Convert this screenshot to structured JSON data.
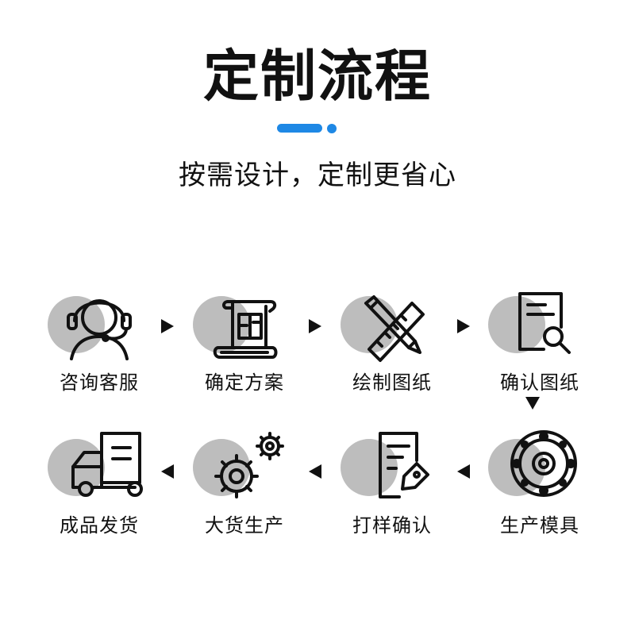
{
  "header": {
    "title": "定制流程",
    "subtitle": "按需设计，定制更省心",
    "accent_color": "#1e88e5"
  },
  "steps": [
    {
      "label": "咨询客服",
      "icon": "customer-service-headset-icon"
    },
    {
      "label": "确定方案",
      "icon": "blueprint-scroll-icon"
    },
    {
      "label": "绘制图纸",
      "icon": "pencil-ruler-icon"
    },
    {
      "label": "确认图纸",
      "icon": "document-search-icon"
    },
    {
      "label": "生产模具",
      "icon": "mold-gear-ring-icon"
    },
    {
      "label": "打样确认",
      "icon": "document-tag-icon"
    },
    {
      "label": "大货生产",
      "icon": "production-gears-icon"
    },
    {
      "label": "成品发货",
      "icon": "delivery-truck-icon"
    }
  ],
  "colors": {
    "icon_stroke": "#111111",
    "disc": "#bdbdbd",
    "arrow": "#111111"
  }
}
